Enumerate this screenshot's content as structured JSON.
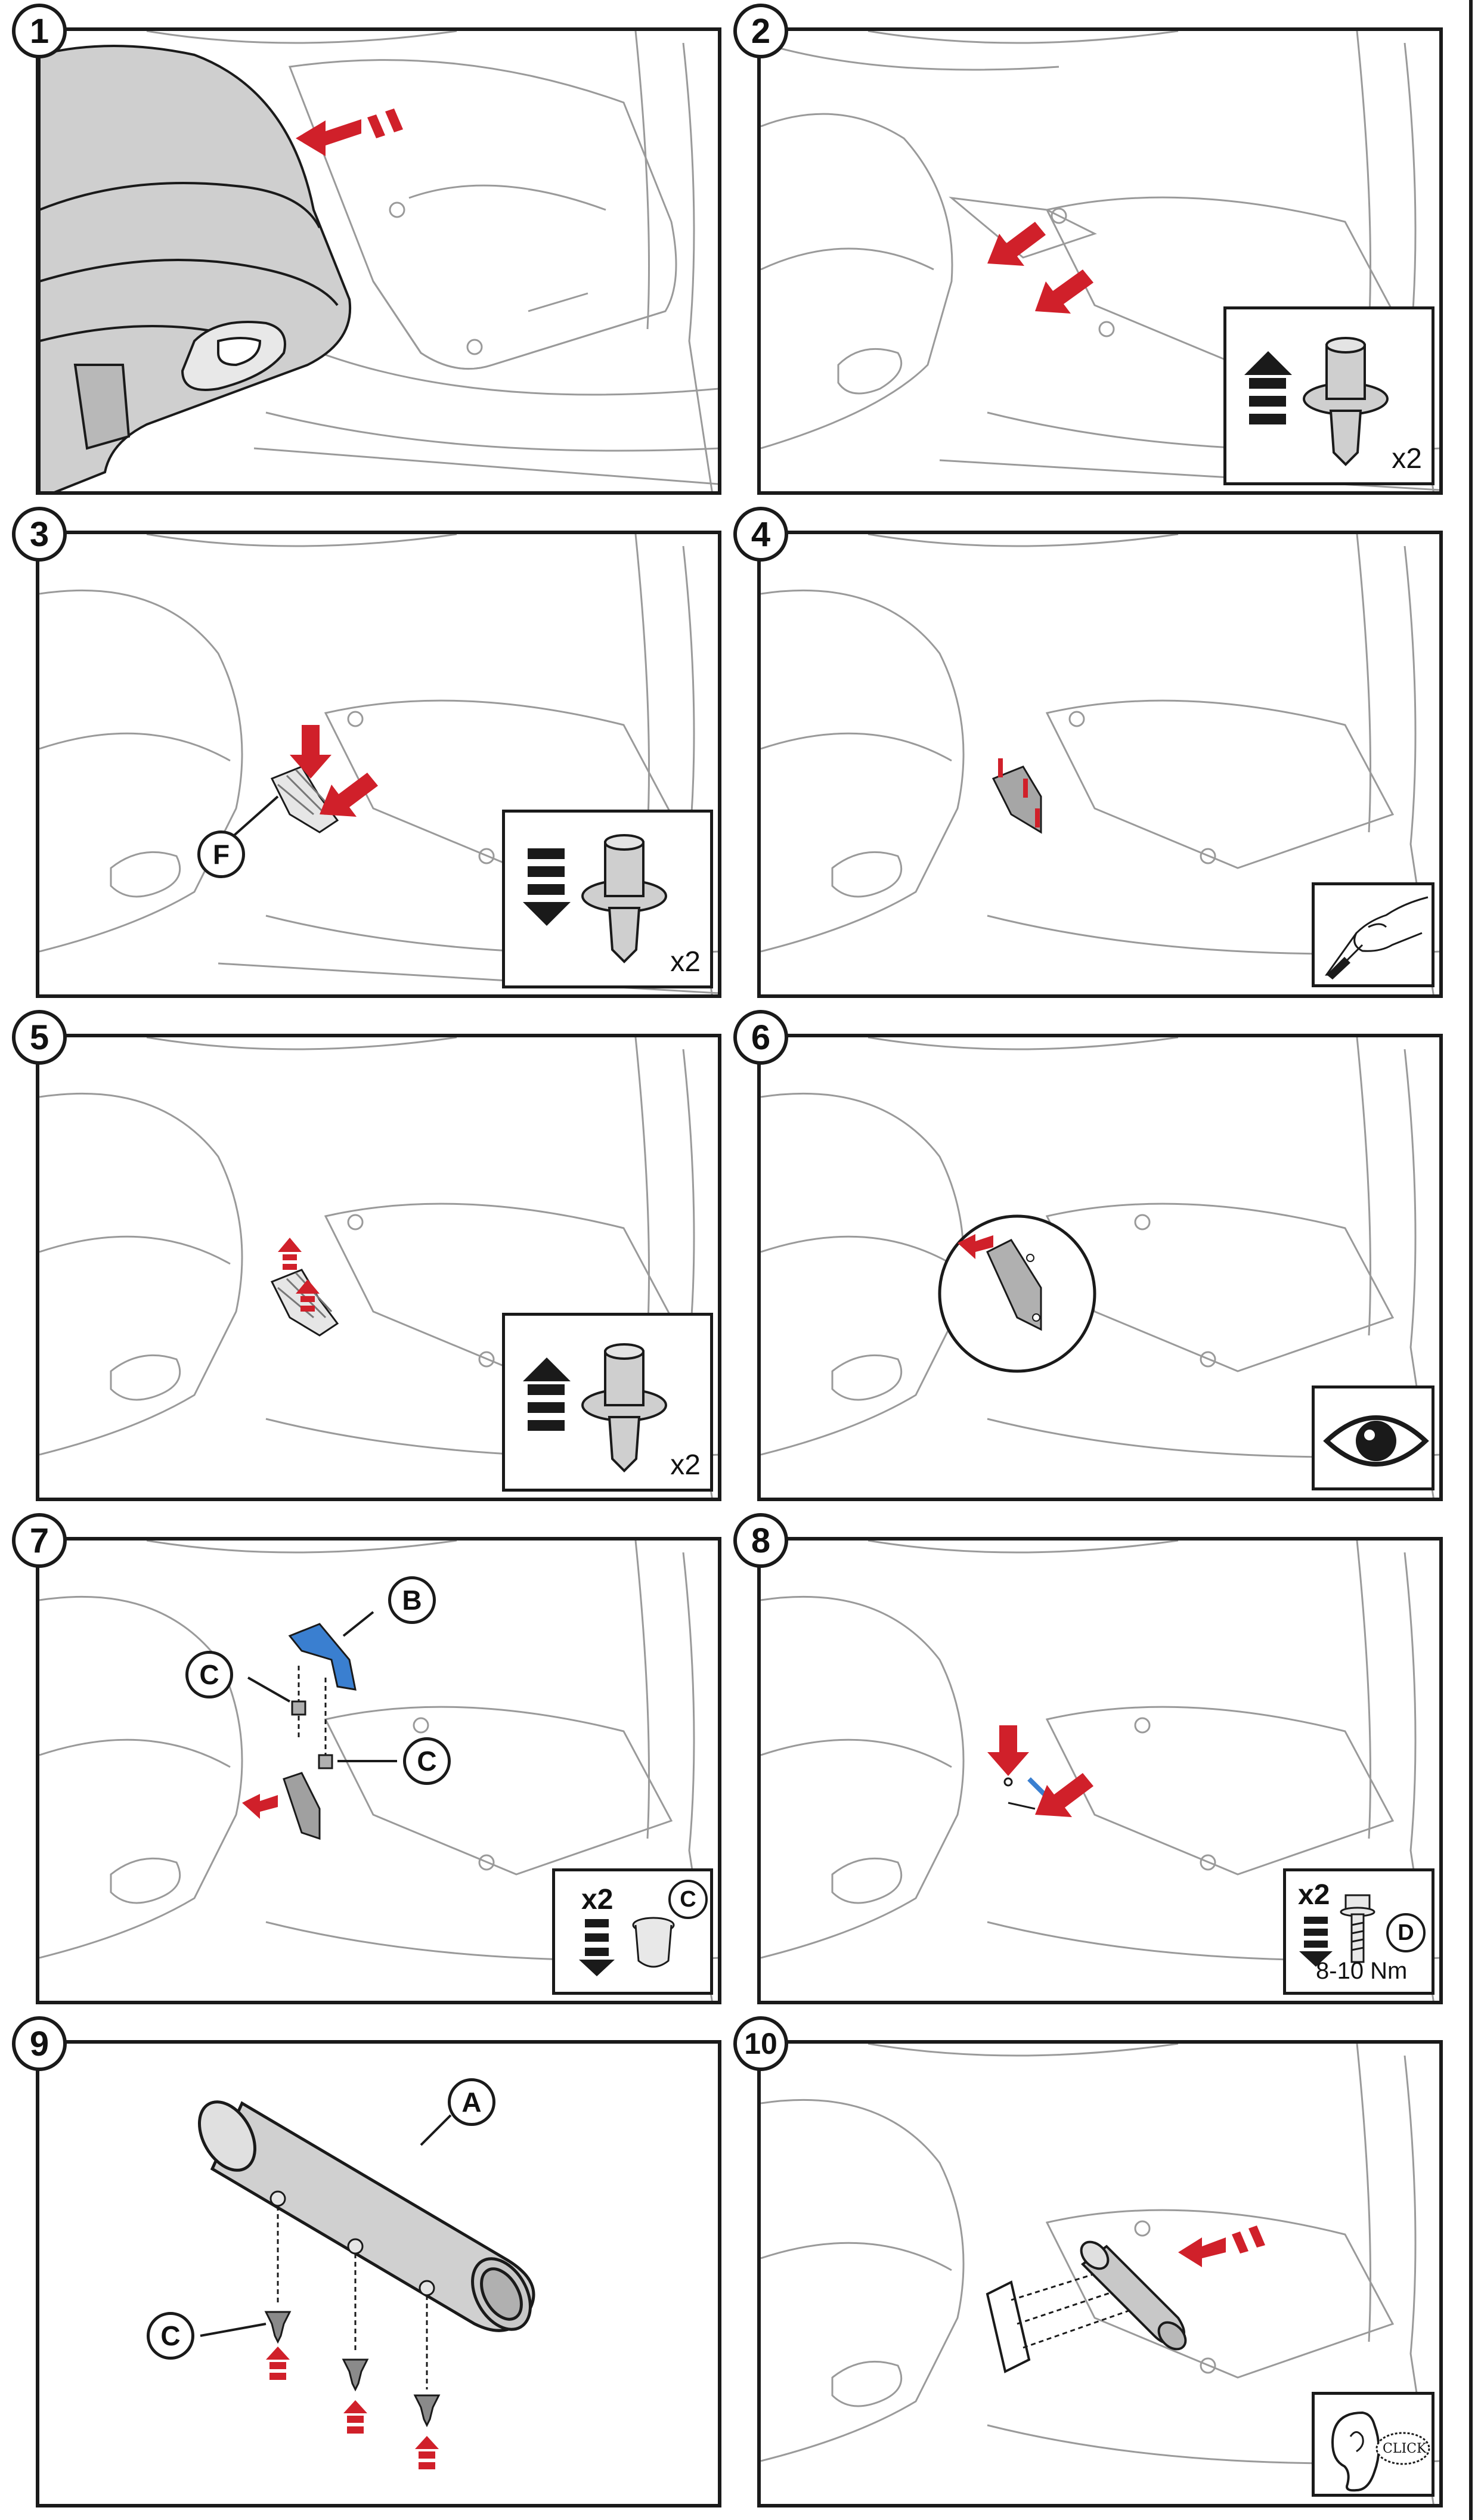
{
  "colors": {
    "red": "#d0202a",
    "blue": "#3a7fd0",
    "grey": "#cfcfcf",
    "line": "#1a1a1a",
    "light_line": "#9a9a9a"
  },
  "steps": [
    {
      "num": "1",
      "inset": "none"
    },
    {
      "num": "2",
      "inset": "clip-up",
      "qty": "x2"
    },
    {
      "num": "3",
      "inset": "clip-down",
      "qty": "x2",
      "callout": "F"
    },
    {
      "num": "4",
      "inset": "hand-knife-icon"
    },
    {
      "num": "5",
      "inset": "clip-up",
      "qty": "x2"
    },
    {
      "num": "6",
      "inset": "eye-icon"
    },
    {
      "num": "7",
      "inset": "nut-down",
      "qty": "x2",
      "inset_label": "C",
      "callouts": [
        "B",
        "C",
        "C"
      ]
    },
    {
      "num": "8",
      "inset": "bolt-down",
      "qty": "x2",
      "inset_label": "D",
      "torque": "8-10 Nm"
    },
    {
      "num": "9",
      "inset": "none",
      "callouts": [
        "A",
        "C"
      ]
    },
    {
      "num": "10",
      "inset": "ear-click-icon",
      "click": "CLICK"
    }
  ]
}
